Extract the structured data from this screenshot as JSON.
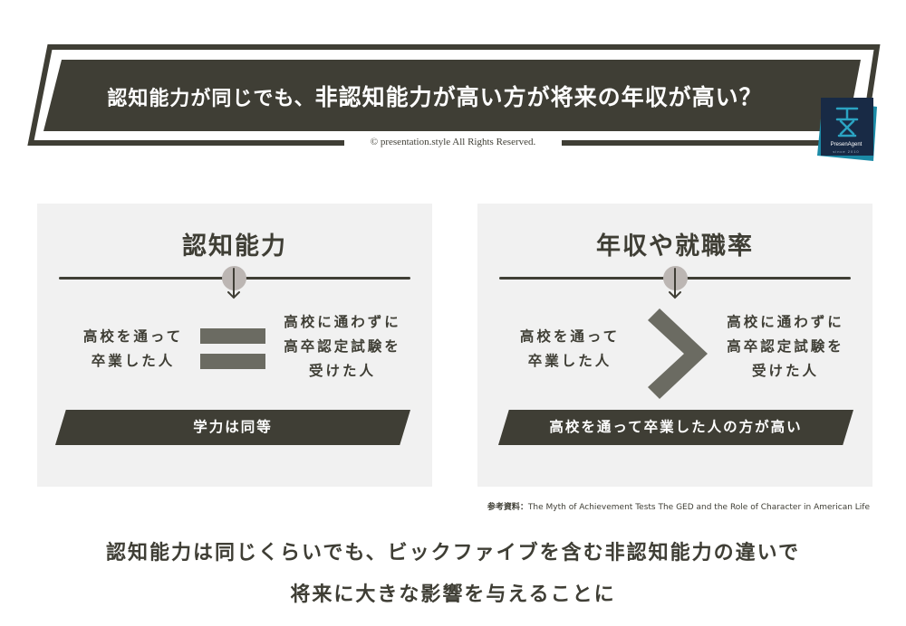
{
  "banner": {
    "title_prefix": "認知能力が同じでも、",
    "title_main": "非認知能力が高い方が将来の年収が高い？",
    "copyright": "© presentation.style All Rights Reserved.",
    "logo": {
      "name": "PresenAgent",
      "sub": "since 2010",
      "colors": {
        "navy": "#182a45",
        "teal": "#1b8aa6",
        "mark": "#2ba3c2"
      }
    }
  },
  "colors": {
    "dark": "#3f3e35",
    "panel_bg": "#f1f1f1",
    "bar_gray": "#6b6b62",
    "knob": "#bcb6b3"
  },
  "panels": [
    {
      "heading": "認知能力",
      "left_text": [
        "高校を通って",
        "卒業した人"
      ],
      "comparator": "equals",
      "right_text": [
        "高校に通わずに",
        "高卒認定試験を",
        "受けた人"
      ],
      "conclusion": "学力は同等"
    },
    {
      "heading": "年収や就職率",
      "left_text": [
        "高校を通って",
        "卒業した人"
      ],
      "comparator": "greater-than",
      "right_text": [
        "高校に通わずに",
        "高卒認定試験を",
        "受けた人"
      ],
      "conclusion": "高校を通って卒業した人の方が高い"
    }
  ],
  "reference": {
    "label": "参考資料：",
    "text": "The Myth of Achievement Tests The GED and the Role of Character in American Life"
  },
  "summary": {
    "line1": "認知能力は同じくらいでも、ビックファイブを含む非認知能力の違いで",
    "line2": "将来に大きな影響を与えることに"
  }
}
